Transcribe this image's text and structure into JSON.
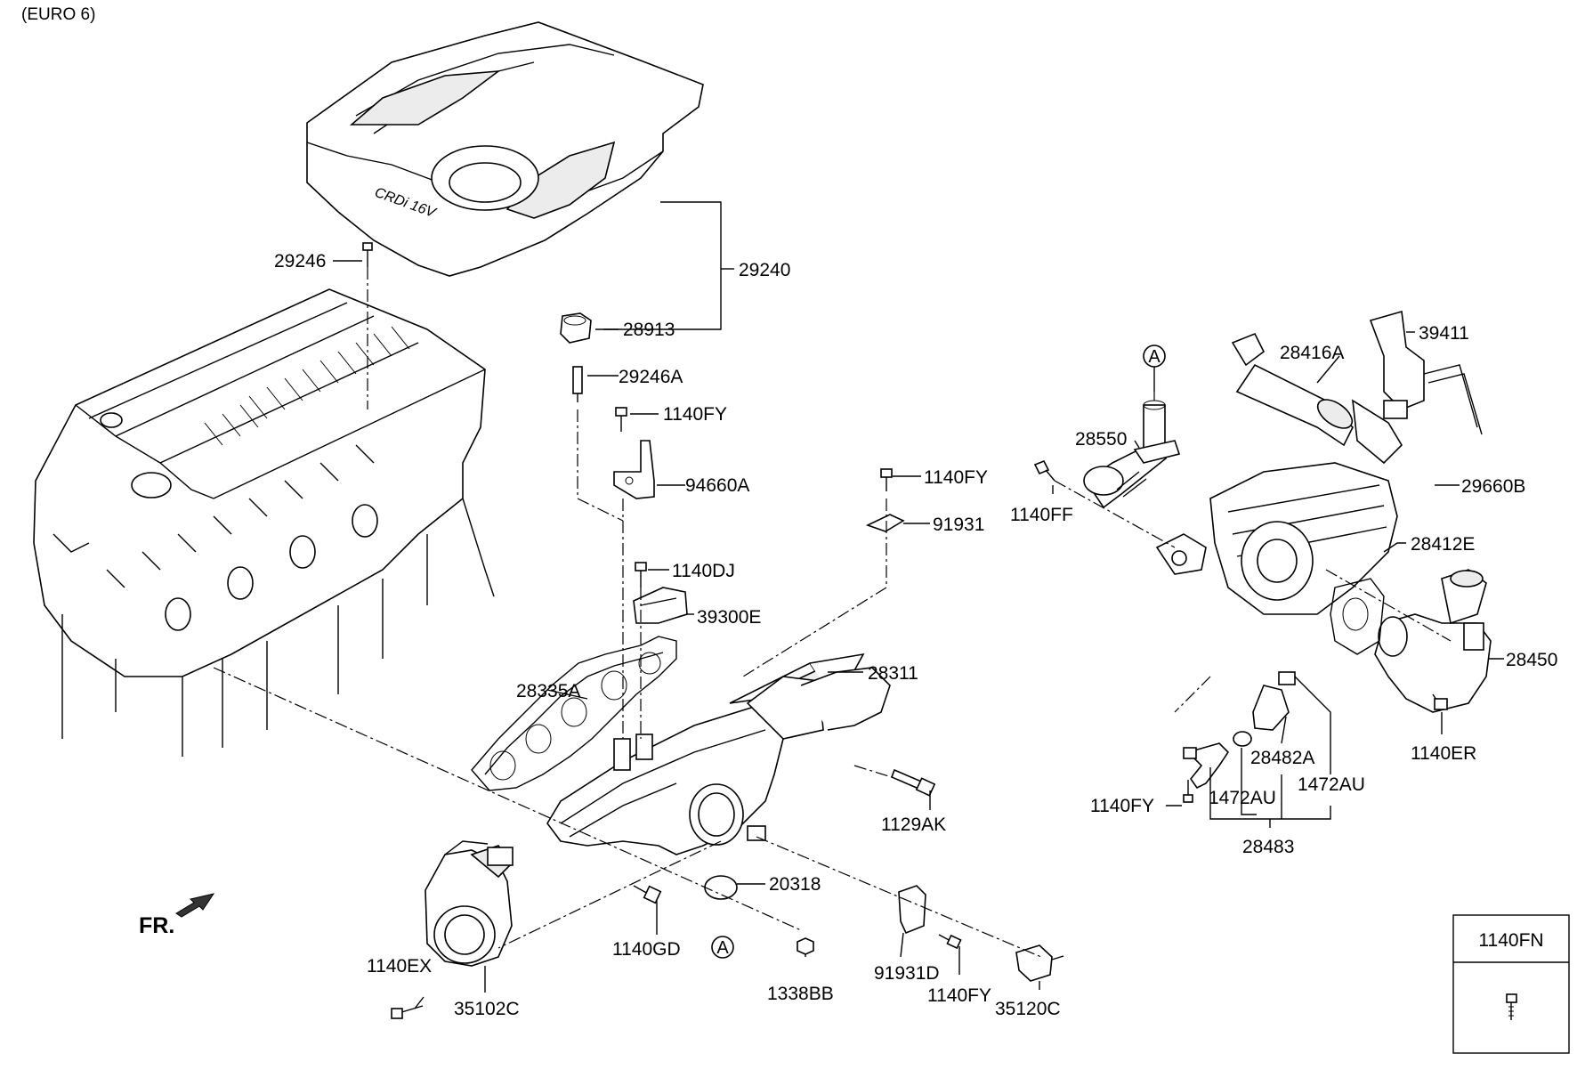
{
  "header": {
    "variant": "(EURO 6)"
  },
  "direction_label": "FR.",
  "callout_letter": "A",
  "parts": {
    "p29246": "29246",
    "p29240": "29240",
    "p28913": "28913",
    "p29246A": "29246A",
    "p1140FY_top": "1140FY",
    "p94660A": "94660A",
    "p1140FY_mid": "1140FY",
    "p91931": "91931",
    "p1140DJ": "1140DJ",
    "p39300E": "39300E",
    "p28335A": "28335A",
    "p28311": "28311",
    "p1129AK": "1129AK",
    "p20318": "20318",
    "p1140GD": "1140GD",
    "p1338BB": "1338BB",
    "p91931D": "91931D",
    "p1140FY_low": "1140FY",
    "p35120C": "35120C",
    "p1140EX": "1140EX",
    "p35102C": "35102C",
    "p28550": "28550",
    "p1140FF": "1140FF",
    "p28416A": "28416A",
    "p39411": "39411",
    "p29660B": "29660B",
    "p28412E": "28412E",
    "p28450": "28450",
    "p1140ER": "1140ER",
    "p28482A": "28482A",
    "p1472AU_a": "1472AU",
    "p1472AU_b": "1472AU",
    "p1140FY_right": "1140FY",
    "p28483": "28483"
  },
  "legend_box": {
    "title": "1140FN"
  },
  "icons": [
    "arrow-fr-icon",
    "bolt-icon"
  ]
}
